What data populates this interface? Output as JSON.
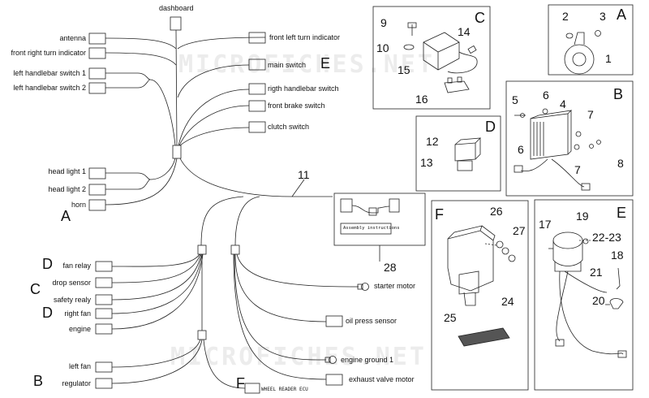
{
  "watermark": "MICROFICHES.NET",
  "labels": {
    "dashboard": "dashboard",
    "antenna": "antenna",
    "front_right_turn": "front right turn indicator",
    "left_hb_1": "left handlebar switch 1",
    "left_hb_2": "left handlebar switch 2",
    "head_light_1": "head light 1",
    "head_light_2": "head light 2",
    "horn": "horn",
    "front_left_turn": "front left turn indicator",
    "main_switch": "main switch",
    "right_hb": "rigth handlebar switch",
    "front_brake": "front brake switch",
    "clutch": "clutch switch",
    "fan_relay": "fan relay",
    "drop_sensor": "drop sensor",
    "safety_relay": "safety realy",
    "right_fan": "right fan",
    "engine": "engine",
    "left_fan": "left fan",
    "regulator": "regulator",
    "starter_motor": "starter motor",
    "oil_press": "oil press sensor",
    "engine_ground": "engine ground 1",
    "exhaust_valve": "exhaust valve motor",
    "wheel_reader": "WHEEL READER ECU",
    "assembly": "Assembly instructions"
  },
  "letters": {
    "A_main": "A",
    "E_main": "E",
    "D1": "D",
    "C1": "C",
    "D2": "D",
    "B1": "B",
    "F1": "F",
    "box_C": "C",
    "box_A": "A",
    "box_B": "B",
    "box_D": "D",
    "box_F": "F",
    "box_E": "E"
  },
  "numbers": {
    "n11": "11",
    "n28": "28",
    "n9": "9",
    "n10": "10",
    "n14": "14",
    "n15": "15",
    "n16": "16",
    "n2": "2",
    "n3": "3",
    "n1": "1",
    "n5": "5",
    "n6a": "6",
    "n4": "4",
    "n7a": "7",
    "n6b": "6",
    "n7b": "7",
    "n8": "8",
    "n12": "12",
    "n13": "13",
    "n26": "26",
    "n27": "27",
    "n24": "24",
    "n25": "25",
    "n17": "17",
    "n19": "19",
    "n2223": "22-23",
    "n18": "18",
    "n21": "21",
    "n20": "20"
  }
}
